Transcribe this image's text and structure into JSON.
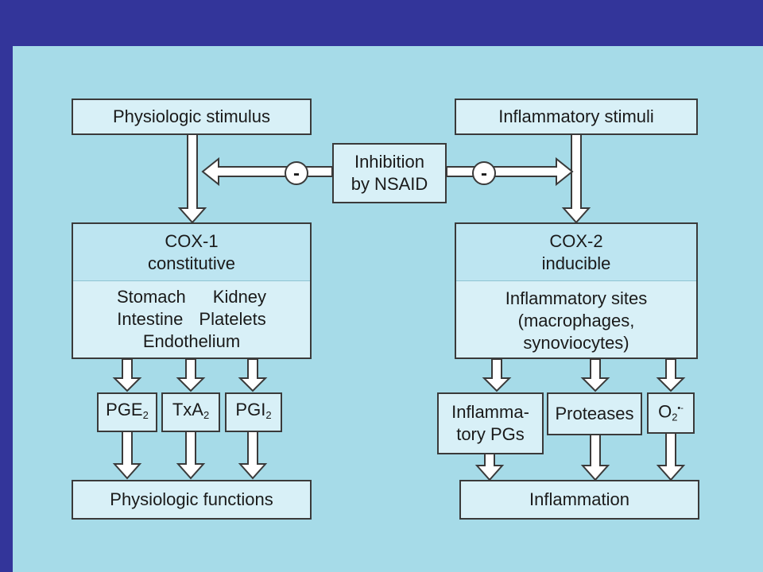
{
  "physiologic_stimulus": "Physiologic stimulus",
  "inflammatory_stimuli": "Inflammatory stimuli",
  "inhibition": {
    "line1": "Inhibition",
    "line2": "by NSAID",
    "minus_left": "-",
    "minus_right": "-"
  },
  "cox1": {
    "title": "COX-1",
    "subtitle": "constitutive",
    "sites_row1_a": "Stomach",
    "sites_row1_b": "Kidney",
    "sites_row2_a": "Intestine",
    "sites_row2_b": "Platelets",
    "sites_row3": "Endothelium"
  },
  "cox2": {
    "title": "COX-2",
    "subtitle": "inducible",
    "line1": "Inflammatory sites",
    "line2": "(macrophages,",
    "line3": "synoviocytes)"
  },
  "products_left": {
    "pge_base": "PGE",
    "pge_sub": "2",
    "txa_base": "TxA",
    "txa_sub": "2",
    "pgi_base": "PGI",
    "pgi_sub": "2"
  },
  "products_right": {
    "inflam_line1": "Inflamma-",
    "inflam_line2": "tory PGs",
    "proteases": "Proteases",
    "o2_base": "O",
    "o2_sub": "2",
    "o2_sup": "•-"
  },
  "physiologic_functions": "Physiologic functions",
  "inflammation": "Inflammation"
}
